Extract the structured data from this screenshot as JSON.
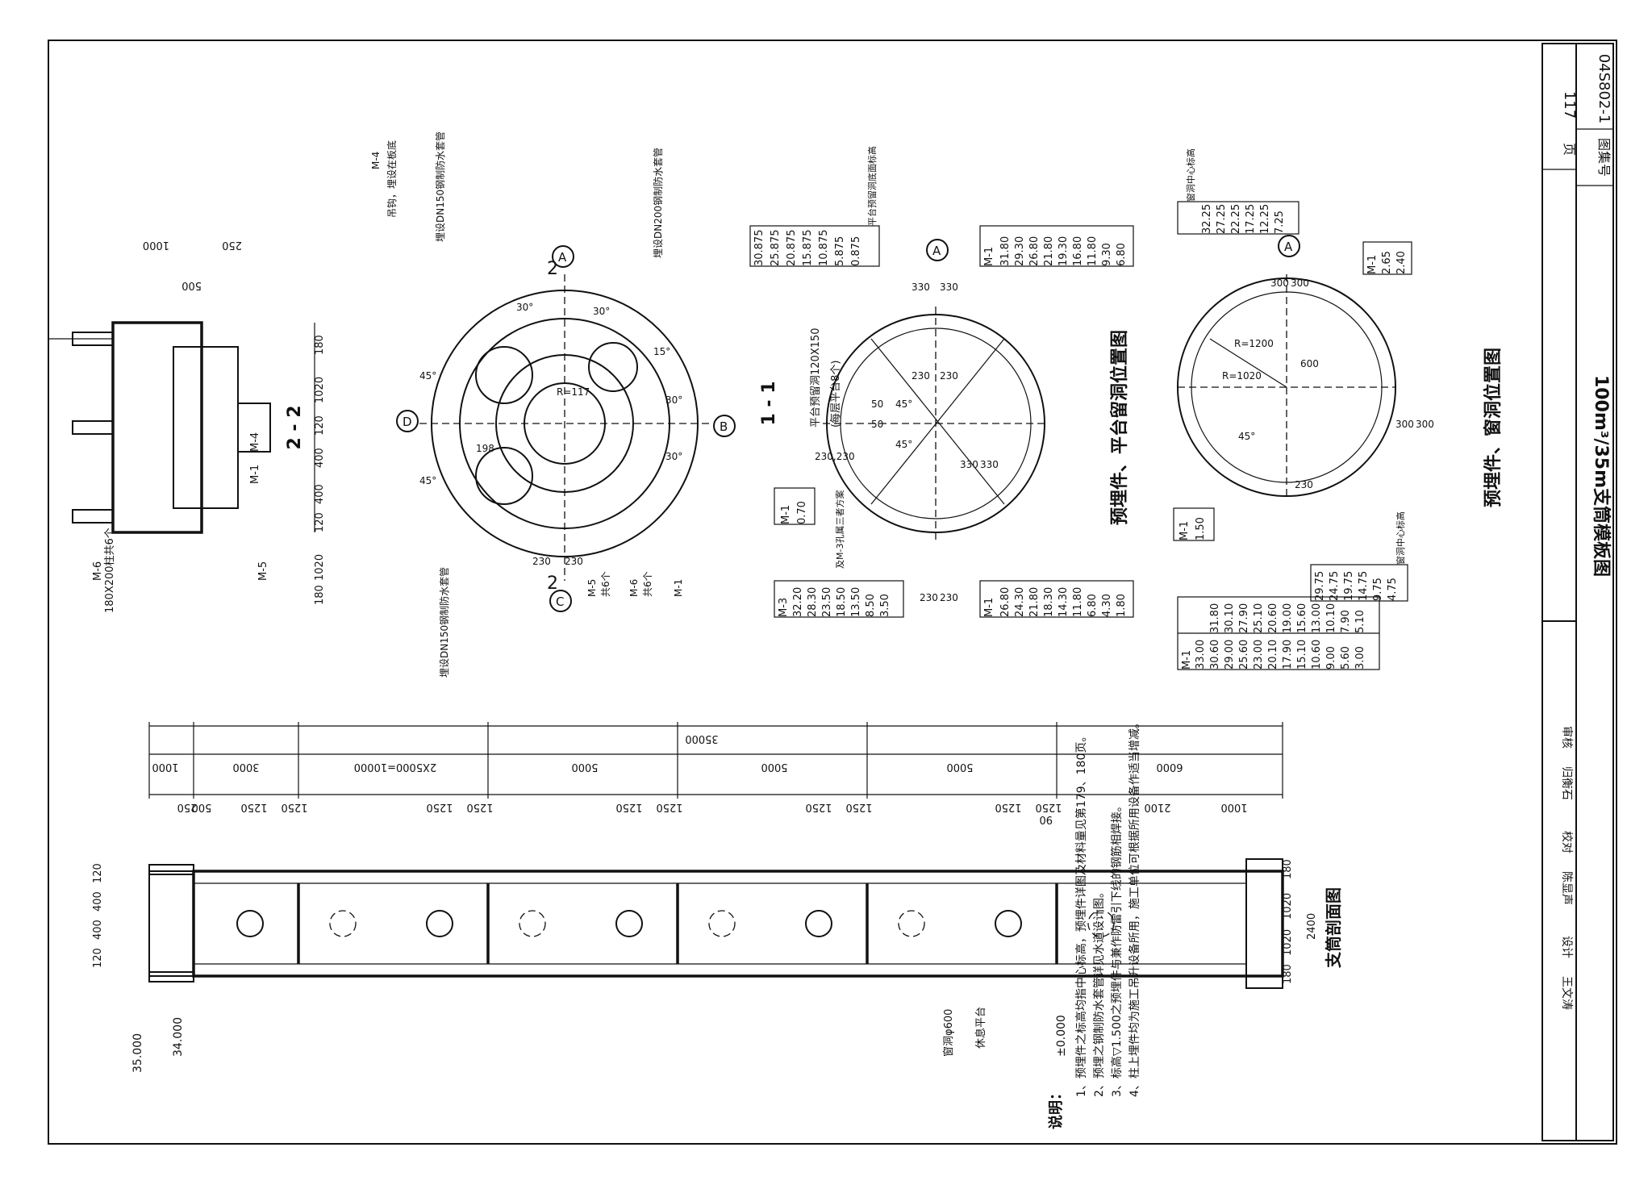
{
  "title_block": {
    "atlas_label": "图集号",
    "atlas_no": "04S802-1",
    "page_label": "页",
    "page_no": "117",
    "drawing_title": "100m³/35m支筒模板图",
    "sign_row": [
      "审核",
      "归衡石",
      "校对",
      "陈显声",
      "设计",
      "王文涛"
    ]
  },
  "view_22": {
    "title": "2 - 2",
    "m6_label": "M-6",
    "m6_note": "180X200柱共6个",
    "m5": "M-5",
    "m4": "M-4",
    "m1": "M-1",
    "dims_h": [
      "180",
      "1020",
      "120",
      "400",
      "400",
      "120",
      "1020",
      "180"
    ],
    "dims_v": [
      "1000",
      "500",
      "250"
    ]
  },
  "plan_view": {
    "axes": [
      "A",
      "B",
      "C",
      "D"
    ],
    "section_marks": [
      "2",
      "2"
    ],
    "labels": [
      "M-4",
      "吊钩，埋设在板底",
      "埋设DN150钢制防水套管",
      "埋设DN200钢制防水套管",
      "埋设DN150钢制防水套管",
      "M-5",
      "共6个",
      "M-6",
      "共6个",
      "M-1"
    ],
    "angles": [
      "30°",
      "30°",
      "45°",
      "45°",
      "30°",
      "30°",
      "15°"
    ],
    "dims": [
      "198",
      "230",
      "230",
      "R=117"
    ]
  },
  "view_11": {
    "title": "1 - 1",
    "caption": "预埋件、平台留洞位置图",
    "platform_hole": "平台预留洞120X150",
    "platform_note": "(每层平台8个)",
    "dims": [
      "330",
      "330",
      "230",
      "230",
      "230,230",
      "50",
      "50",
      "45°",
      "45°",
      "330",
      "330",
      "230",
      "230"
    ],
    "m1_a_label": "M-1",
    "m1_a_vals": [
      "0.70"
    ],
    "m3_label": "M-3",
    "m3_vals": [
      "32.20",
      "28.30",
      "23.50",
      "18.50",
      "13.50",
      "8.50",
      "3.50"
    ],
    "m3_note": "及M-3孔属三者方案",
    "m1_b_label": "M-1",
    "m1_b_vals": [
      "26.80",
      "24.30",
      "21.80",
      "18.30",
      "14.30",
      "11.80",
      "6.80",
      "4.30",
      "1.80"
    ],
    "m1_c_label": "M-1",
    "m1_c_vals": [
      "31.80",
      "29.30",
      "26.80",
      "21.80",
      "19.30",
      "16.80",
      "11.80",
      "9.30",
      "6.80"
    ],
    "platform_table_head": "平台预留洞底面标高",
    "platform_table_vals": [
      "30.875",
      "25.875",
      "20.875",
      "15.875",
      "10.875",
      "5.875",
      "0.875"
    ]
  },
  "view_window": {
    "caption": "预埋件、窗洞位置图",
    "dims": [
      "300",
      "300",
      "600",
      "R=1200",
      "R=1020",
      "45°",
      "230",
      "300",
      "300"
    ],
    "m1_a_label": "M-1",
    "m1_a_vals": [
      "2.65",
      "2.40"
    ],
    "win_center_head": "窗洞中心标高",
    "win_center_vals": [
      "32.25",
      "27.25",
      "22.25",
      "17.25",
      "12.25",
      "7.25"
    ],
    "m1_b_label": "M-1",
    "m1_b_vals": [
      "1.50"
    ],
    "win_center_head2": "窗洞中心标高",
    "win_center_vals2": [
      "29.75",
      "24.75",
      "19.75",
      "14.75",
      "9.75",
      "4.75"
    ],
    "m1_c_label": "M-1",
    "m1_c_rows": [
      [
        "33.00",
        ""
      ],
      [
        "30.60",
        "31.80"
      ],
      [
        "29.00",
        "30.10"
      ],
      [
        "25.60",
        "27.90"
      ],
      [
        "23.00",
        "25.10"
      ],
      [
        "20.10",
        "20.60"
      ],
      [
        "17.90",
        "19.00"
      ],
      [
        "15.10",
        "15.60"
      ],
      [
        "10.60",
        "13.00"
      ],
      [
        "9.00",
        "10.10"
      ],
      [
        "5.60",
        "7.90"
      ],
      [
        "3.00",
        "5.10"
      ]
    ]
  },
  "section": {
    "title": "支筒剖面图",
    "total": "35000",
    "segments": [
      "1000",
      "3000",
      "2X5000=10000",
      "5000",
      "5000",
      "5000",
      "6000"
    ],
    "sub_dims": [
      "250",
      "500",
      "1250",
      "1250",
      "1250",
      "1250",
      "1250",
      "1250",
      "1250",
      "1250",
      "1250",
      "1250",
      "2100",
      "1000"
    ],
    "widths_right": [
      "180",
      "1020",
      "1020",
      "180",
      "2400"
    ],
    "widths_left": [
      "120",
      "400",
      "400",
      "120"
    ],
    "dim_90": "90",
    "window_label": "窗洞φ600",
    "platform_label": "休息平台",
    "elev": [
      "35.000",
      "34.000",
      "±0.000"
    ]
  },
  "notes": {
    "head": "说明：",
    "items": [
      "1、预埋件之标高均指中心标高，预埋件详图及材料量见第179、180页。",
      "2、预埋之钢制防水套管详见水道设计图。",
      "3、标高▽1.500之预埋件与兼作防雷引下线的钢筋相焊接。",
      "4、柱上埋件均为施工吊升设备所用，施工单位可根据所用设备作适当增减。"
    ]
  }
}
